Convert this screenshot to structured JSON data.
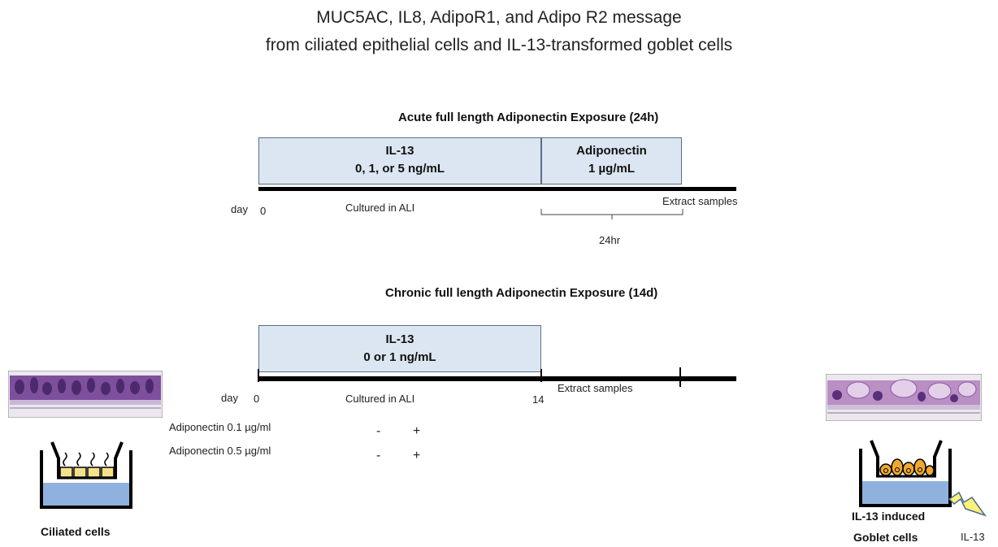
{
  "title": {
    "line1": "MUC5AC, IL8, AdipoR1, and Adipo R2 message",
    "line2": "from ciliated epithelial cells and IL-13-transformed goblet cells"
  },
  "acute": {
    "heading": "Acute full length Adiponectin Exposure (24h)",
    "box1_line1": "IL-13",
    "box1_line2": "0, 1, or 5 ng/mL",
    "box2_line1": "Adiponectin",
    "box2_line2": "1 µg/mL",
    "day_label": "day",
    "day_start": "0",
    "cultured": "Cultured in ALI",
    "extract": "Extract samples",
    "duration": "24hr"
  },
  "chronic": {
    "heading": "Chronic full length Adiponectin Exposure (14d)",
    "box_line1": "IL-13",
    "box_line2": "0 or 1 ng/mL",
    "day_label": "day",
    "day_start": "0",
    "day_end": "14",
    "cultured": "Cultured in ALI",
    "extract": "Extract samples",
    "rows": [
      {
        "label": "Adiponectin 0.1 µg/ml",
        "minus": "-",
        "plus": "+"
      },
      {
        "label": "Adiponectin 0.5 µg/ml",
        "minus": "-",
        "plus": "+"
      }
    ]
  },
  "left_panel": {
    "caption": "Ciliated cells"
  },
  "right_panel": {
    "caption_line1": "IL-13 induced",
    "caption_line2": "Goblet cells",
    "il13_label": "IL-13"
  },
  "colors": {
    "box_fill": "#dbe6f2",
    "box_border": "#5a6f86",
    "media_blue": "#8fb1dd",
    "cell_yellow": "#f5e08a",
    "goblet_orange": "#f0a92e",
    "lightning_yellow": "#fbf27a",
    "histology_purple": "#8a5aa6"
  }
}
